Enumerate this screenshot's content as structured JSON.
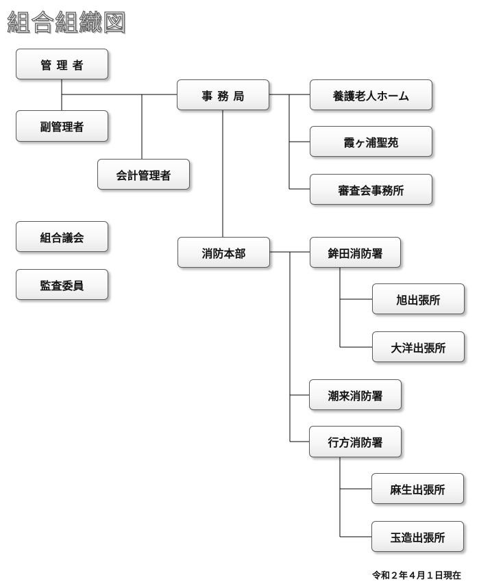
{
  "title": "組合組織図",
  "nodes": {
    "kanrisha": "管理者",
    "fuku_kanrisha": "副管理者",
    "kaikei_kanrisha": "会計管理者",
    "kumiai_gikai": "組合議会",
    "kansa_iin": "監査委員",
    "jimukyoku": "事務局",
    "yogo_rojin_home": "養護老人ホーム",
    "kasumigaura_seien": "霞ヶ浦聖苑",
    "shinsakai_jimusho": "審査会事務所",
    "shobo_honbu": "消防本部",
    "hokota_shobosho": "鉾田消防署",
    "asahi_shucchojo": "旭出張所",
    "taiyo_shucchojo": "大洋出張所",
    "itako_shobosho": "潮来消防署",
    "namegata_shobosho": "行方消防署",
    "aso_shucchojo": "麻生出張所",
    "tamatsukuri_shucchojo": "玉造出張所"
  },
  "footer": "令和２年４月１日現在"
}
